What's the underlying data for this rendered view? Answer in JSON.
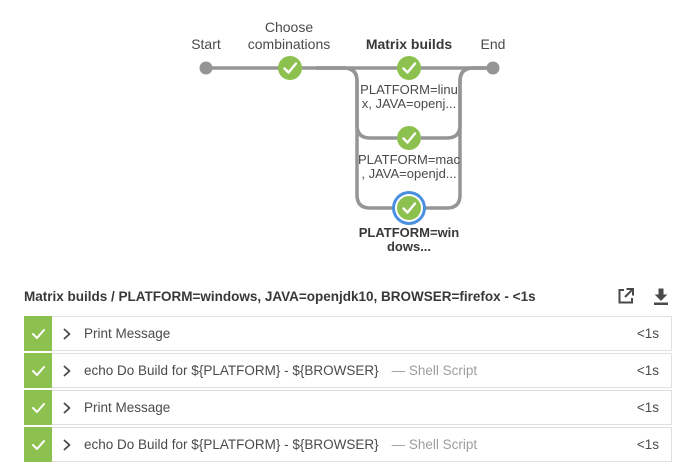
{
  "graph": {
    "stages": [
      {
        "name": "Start",
        "status": "start-terminal"
      },
      {
        "name_line1": "Choose",
        "name_line2": "combinations",
        "status": "success"
      },
      {
        "name": "Matrix builds",
        "status": "success",
        "current": true
      },
      {
        "name": "End",
        "status": "end-terminal"
      }
    ],
    "branches": [
      {
        "label_line1": "PLATFORM=linu",
        "label_line2": "x, JAVA=openj...",
        "status": "success",
        "selected": false
      },
      {
        "label_line1": "PLATFORM=mac",
        "label_line2": ", JAVA=openjd...",
        "status": "success",
        "selected": false
      },
      {
        "label_line1": "PLATFORM=win",
        "label_line2": "dows...",
        "status": "success",
        "selected": true
      }
    ],
    "colors": {
      "success_green": "#8CC04F",
      "line_gray": "#959595",
      "selected_ring_blue": "#4A90E2"
    }
  },
  "result_header": {
    "title": "Matrix builds / PLATFORM=windows, JAVA=openjdk10, BROWSER=firefox - <1s",
    "open_icon": "open-in-new-window",
    "download_icon": "download-log"
  },
  "steps": [
    {
      "title": "Print Message",
      "subtitle": "",
      "duration": "<1s"
    },
    {
      "title": "echo Do Build for ${PLATFORM} - ${BROWSER}",
      "subtitle": "— Shell Script",
      "duration": "<1s"
    },
    {
      "title": "Print Message",
      "subtitle": "",
      "duration": "<1s"
    },
    {
      "title": "echo Do Build for ${PLATFORM} - ${BROWSER}",
      "subtitle": "— Shell Script",
      "duration": "<1s"
    }
  ]
}
